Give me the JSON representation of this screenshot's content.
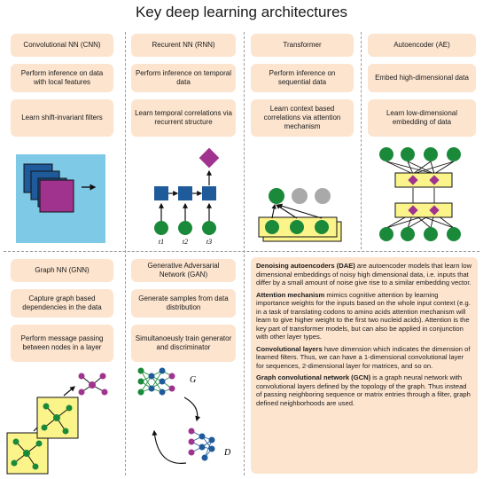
{
  "title": "Key deep learning architectures",
  "colors": {
    "pill": "#fce4cf",
    "green": "#1a8a3a",
    "blue": "#1f5a9a",
    "purple": "#a0338e",
    "yellow": "#fbf48a",
    "sky": "#7ec9e6",
    "grey": "#a9a9a9"
  },
  "cnn": {
    "name": "Convolutional NN (CNN)",
    "use1": "Perform inference on data with local features",
    "use2": "Learn shift-invariant filters"
  },
  "rnn": {
    "name": "Recurent NN (RNN)",
    "use1": "Perform inference on temporal data",
    "use2": "Learn temporal correlations via recurrent structure",
    "t1": "t1",
    "t2": "t2",
    "t3": "t3"
  },
  "transformer": {
    "name": "Transformer",
    "use1": "Perform inference on sequential data",
    "use2": "Learn context based correlations via attention mechanism"
  },
  "autoencoder": {
    "name": "Autoencoder (AE)",
    "use1": "Embed high-dimensional data",
    "use2": "Learn low-dimensional embedding of data"
  },
  "gnn": {
    "name": "Graph NN (GNN)",
    "use1": "Capture graph based dependencies in the data",
    "use2": "Perform message passing between nodes in a layer"
  },
  "gan": {
    "name": "Generative Adversarial Network (GAN)",
    "use1": "Generate samples from data distribution",
    "use2": "Simultanoeusly train generator and discriminator",
    "g_label": "G",
    "d_label": "D"
  },
  "notes": [
    {
      "term": "Denoising autoencoders (DAE)",
      "text": " are autoencoder models that learn low dimensional embeddings of noisy high dimensional data, i.e. inputs that differ by a small amount of noise give rise to a similar embedding vector."
    },
    {
      "term": "Attention mechanism",
      "text": " mimics cognitive attention by learning importance weights for the inputs based on the whole input context (e.g. in a task of translating codons to amino acids attention mechanism will learn to give higher weight to the first two nucleid acids). Attention is the key part of transformer models, but can also be applied in conjunction with other layer types."
    },
    {
      "term": "Convolutional layers",
      "text": " have dimension which indicates the dimension of learned filters. Thus, we can have a 1-dimensional convolutional layer for sequences, 2-dimensional layer for matrices, and so on."
    },
    {
      "term": "Graph convolutional network (GCN)",
      "text": " is a graph neural network with convolutional layers defined by the topology of the graph. Thus instead of passing neighboring sequence or matrix entries through a filter, graph defined neighborhoods are used."
    }
  ]
}
